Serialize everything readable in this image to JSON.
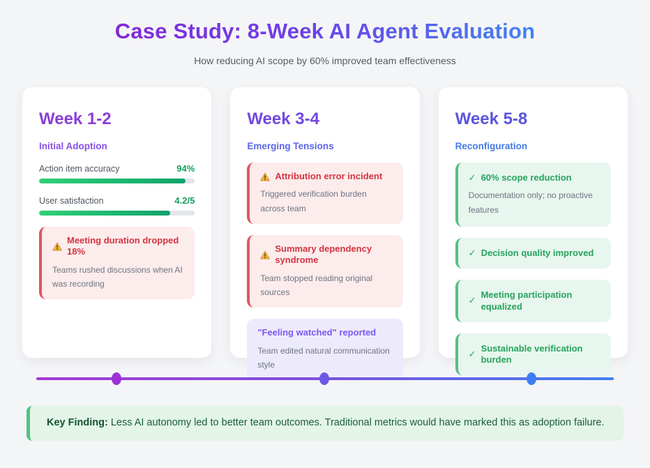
{
  "header": {
    "title": "Case Study: 8-Week AI Agent Evaluation",
    "subtitle": "How reducing AI scope by 60% improved team effectiveness"
  },
  "icons": {
    "warning": "⚠",
    "check": "✓"
  },
  "cards": [
    {
      "title": "Week 1-2",
      "subtitle": "Initial Adoption",
      "metrics": [
        {
          "label": "Action item accuracy",
          "value": "94%",
          "percent": 94
        },
        {
          "label": "User satisfaction",
          "value": "4.2/5",
          "percent": 84
        }
      ],
      "alerts": [
        {
          "type": "danger",
          "title": "Meeting duration dropped 18%",
          "description": "Teams rushed discussions when AI was recording"
        }
      ]
    },
    {
      "title": "Week 3-4",
      "subtitle": "Emerging Tensions",
      "alerts": [
        {
          "type": "danger",
          "title": "Attribution error incident",
          "description": "Triggered verification burden across team"
        },
        {
          "type": "danger",
          "title": "Summary dependency syndrome",
          "description": "Team stopped reading original sources"
        },
        {
          "type": "note",
          "title": "\"Feeling watched\" reported",
          "description": "Team edited natural communication style"
        }
      ]
    },
    {
      "title": "Week 5-8",
      "subtitle": "Reconfiguration",
      "alerts": [
        {
          "type": "success",
          "title": "60% scope reduction",
          "description": "Documentation only; no proactive features"
        },
        {
          "type": "success",
          "title": "Decision quality improved"
        },
        {
          "type": "success",
          "title": "Meeting participation equalized"
        },
        {
          "type": "success",
          "title": "Sustainable verification burden"
        }
      ]
    }
  ],
  "timeline": {
    "dot_count": 3
  },
  "key_finding": {
    "label": "Key Finding:",
    "text": " Less AI autonomy led to better team outcomes. Traditional metrics would have marked this as adoption failure."
  },
  "colors": {
    "title_gradient_start": "#8229d8",
    "title_gradient_end": "#4184f2",
    "card_title_purple": "#8a3fd6",
    "card_title_blue": "#5a55dc",
    "progress_green": "#16a05c",
    "danger_accent": "#df5465",
    "danger_text": "#d23441",
    "note_text": "#7a58f2",
    "success_accent": "#55c084",
    "success_text": "#27a35d",
    "key_finding_bg": "#e3f4e9",
    "key_finding_text": "#1a5e3c",
    "timeline_start": "#a637d6",
    "timeline_end": "#3f80f0"
  }
}
